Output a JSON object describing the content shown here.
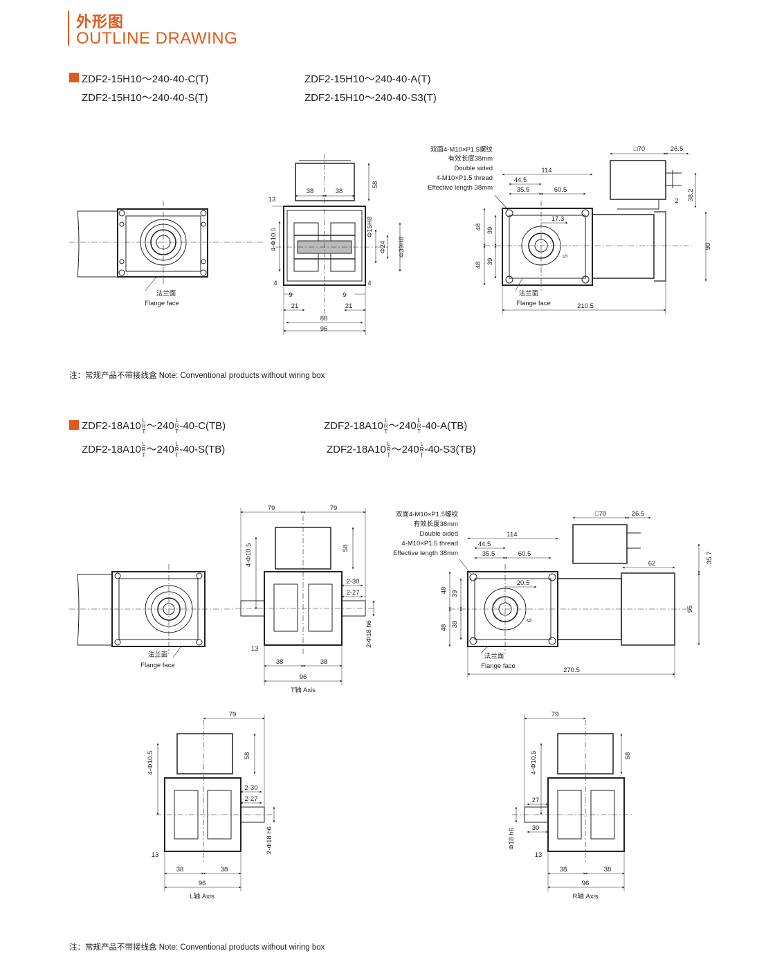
{
  "header": {
    "title_cn": "外形图",
    "title_en": "OUTLINE DRAWING"
  },
  "section1": {
    "models": [
      "ZDF2-15H10～240-40-C(T)",
      "ZDF2-15H10～240-40-A(T)",
      "ZDF2-15H10～240-40-S(T)",
      "ZDF2-15H10～240-40-S3(T)"
    ],
    "flange_cn": "法兰面",
    "flange_en": "Flange face",
    "thread_lines": [
      "双面4-M10×P1.5螺纹",
      "有效长度38mm",
      "Double sided",
      "4-M10×P1.5 thread",
      "Effective length 38mm"
    ],
    "note": "注：常规产品不带接线盒 Note: Conventional products without wiring box"
  },
  "section2": {
    "models": [
      {
        "pre": "ZDF2-18A10",
        "mid": "～240",
        "post": "-40-C(TB)"
      },
      {
        "pre": "ZDF2-18A10",
        "mid": "～240",
        "post": "-40-A(TB)"
      },
      {
        "pre": "ZDF2-18A10",
        "mid": "～240",
        "post": "-40-S(TB)"
      },
      {
        "pre": "ZDF2-18A10",
        "mid": "～240",
        "post": "-40-S3(TB)"
      }
    ],
    "frac_letters": [
      "L",
      "R",
      "T"
    ],
    "flange_cn": "法兰面",
    "flange_en": "Flange face",
    "thread_lines": [
      "双面4-M10×P1.5螺纹",
      "有效长度38mm",
      "Double sided",
      "4-M10×P1.5 thread",
      "Effective length 38mm"
    ],
    "axis_labels": [
      "T轴 Axis",
      "L轴 Axis",
      "R轴 Axis"
    ],
    "note": "注：常规产品不带接线盒 Note: Conventional products without wiring box"
  },
  "dims": {
    "d13": "13",
    "d38": "38",
    "d58": "58",
    "d4phi": "4-Φ10.5",
    "dphi15": "Φ15H8",
    "dphi24": "Φ24",
    "dphi39": "Φ39H8",
    "d4": "4",
    "d9": "9",
    "d21": "21",
    "d88": "88",
    "d96": "96",
    "sq70": "□70",
    "d26_5": "26.5",
    "d114": "114",
    "d44_5": "44.5",
    "d35_5": "35.5",
    "d60_5": "60.5",
    "d38_2": "38.2",
    "d2": "2",
    "d48": "48",
    "d39": "39",
    "d17_3": "17.3",
    "d5": "5",
    "d90": "90",
    "d210_5": "210.5",
    "d79": "79",
    "d2_30": "2-30",
    "d2_27": "2-27",
    "d2phi18": "2-Φ18 h6",
    "d35_7": "35.7",
    "d62": "62",
    "d20_5": "20.5",
    "d6": "6",
    "d95": "95",
    "d270_5": "270.5",
    "d27": "27",
    "d30": "30",
    "dphi18": "Φ18 h6"
  }
}
